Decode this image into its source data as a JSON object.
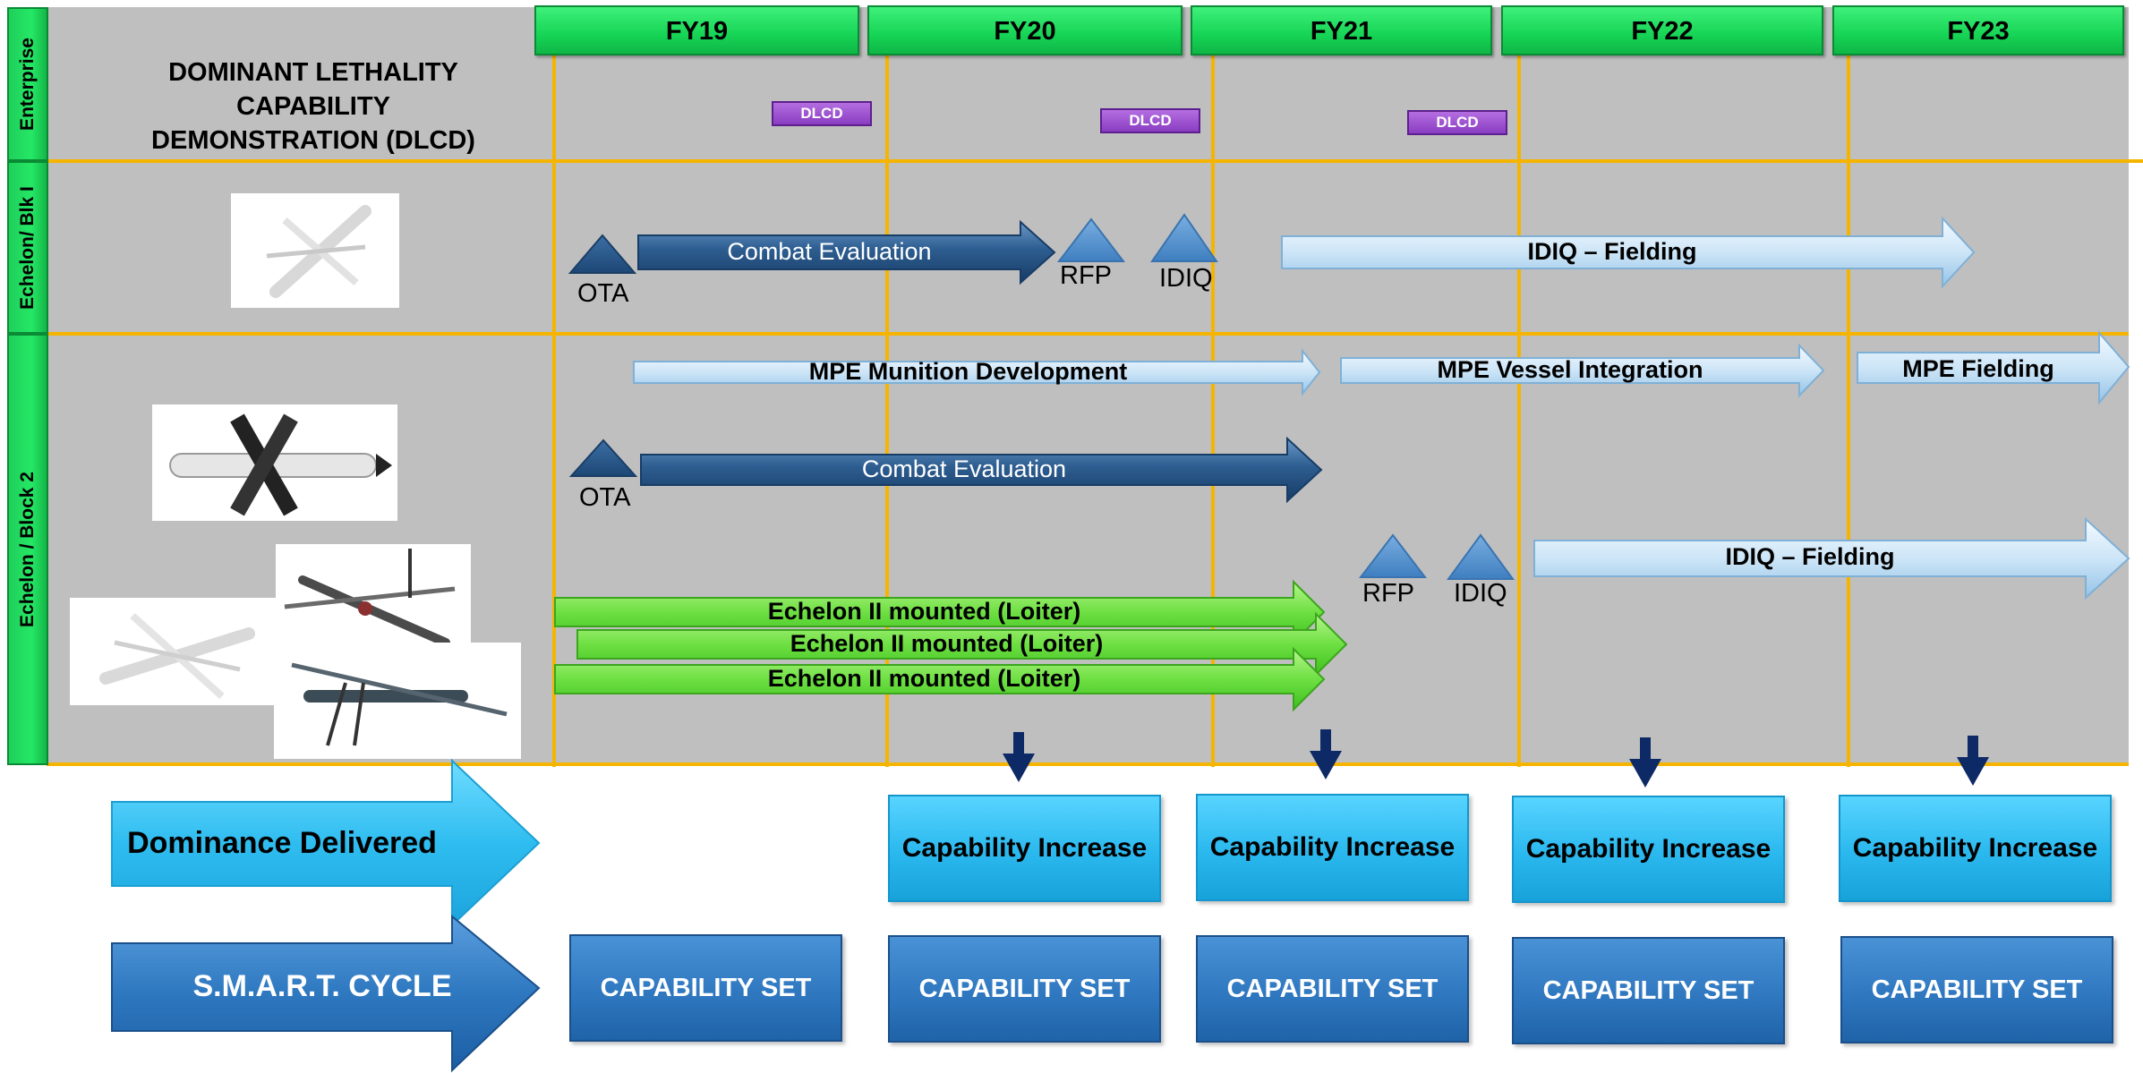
{
  "fiscal_years": [
    "FY19",
    "FY20",
    "FY21",
    "FY22",
    "FY23"
  ],
  "rows": {
    "enterprise": "Enterprise",
    "echelon_blk1": "Echelon/ Blk I",
    "echelon_block2": "Echelon / Block 2"
  },
  "enterprise_title_line1": "DOMINANT LETHALITY CAPABILITY",
  "enterprise_title_line2": "DEMONSTRATION (DLCD)",
  "dlcd_label": "DLCD",
  "blk1": {
    "ota": "OTA",
    "combat_evaluation": "Combat Evaluation",
    "rfp": "RFP",
    "idiq": "IDIQ",
    "idiq_fielding": "IDIQ – Fielding"
  },
  "blk2": {
    "mpe_munition": "MPE Munition Development",
    "mpe_vessel": "MPE Vessel Integration",
    "mpe_fielding": "MPE Fielding",
    "ota": "OTA",
    "combat_evaluation": "Combat Evaluation",
    "rfp": "RFP",
    "idiq": "IDIQ",
    "idiq_fielding": "IDIQ – Fielding",
    "loiter": [
      "Echelon II mounted (Loiter)",
      "Echelon II mounted (Loiter)",
      "Echelon II mounted (Loiter)"
    ]
  },
  "dominance_delivered": "Dominance Delivered",
  "smart_cycle": "S.M.A.R.T. CYCLE",
  "capability_increase": "Capability Increase",
  "capability_set": "CAPABILITY SET",
  "colors": {
    "grid_bg": "#bfbfbf",
    "grid_lines": "#f5b400",
    "header_green": "#16d455",
    "dlcd_purple": "#8a3dc2",
    "dark_arrow": "#2a5a8c",
    "light_arrow": "#cfe6f7",
    "green_arrow": "#6fe04a",
    "cap_increase": "#2ab8ee",
    "cap_set": "#2f78c0"
  }
}
